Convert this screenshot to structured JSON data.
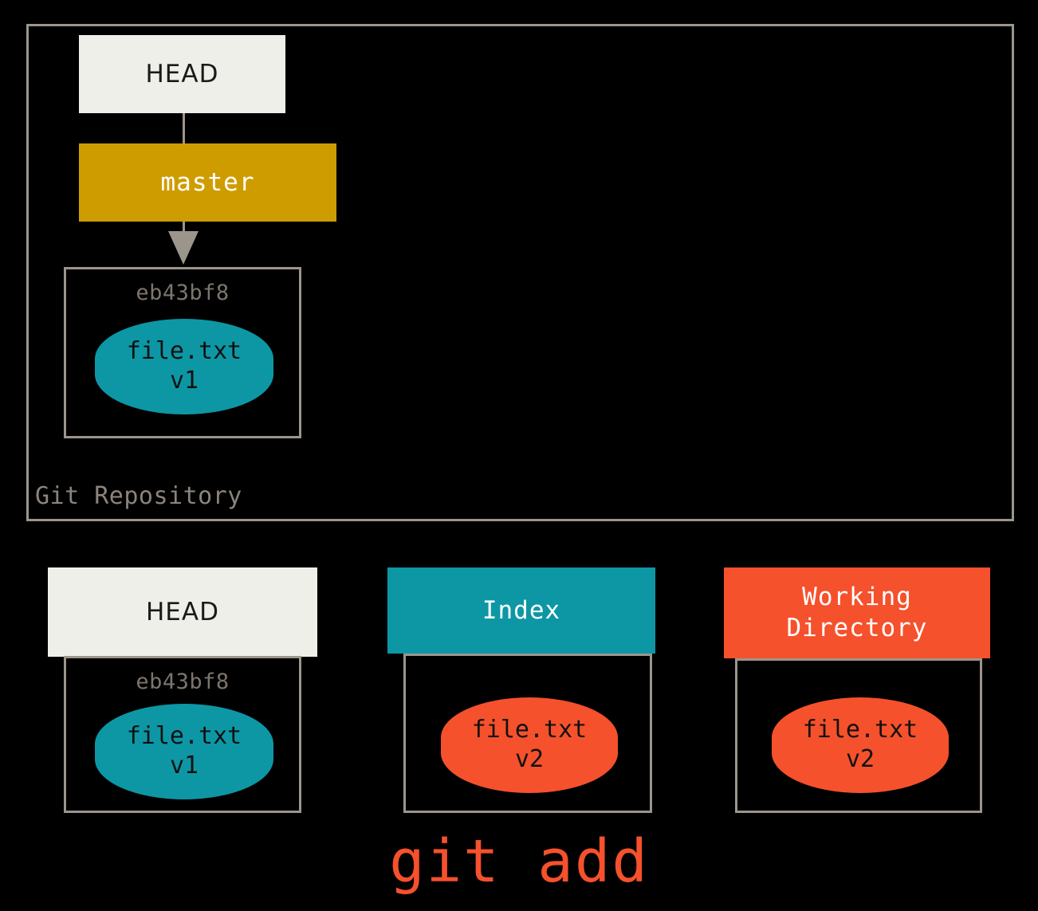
{
  "diagram": {
    "title": "git add",
    "caption": "git add",
    "repository": {
      "label": "Git Repository",
      "refs": [
        {
          "name": "HEAD",
          "label": "HEAD",
          "color": "#efefe9"
        },
        {
          "name": "master",
          "label": "master",
          "color": "#cf9c00"
        }
      ],
      "commit": {
        "sha": "eb43bf8",
        "blob": {
          "filename": "file.txt",
          "version": "v1",
          "color": "#0d97a5"
        }
      }
    },
    "columns": [
      {
        "key": "head",
        "header": "HEAD",
        "header_color": "#efefe9",
        "header_text_color": "#1a1a1a",
        "sha": "eb43bf8",
        "blob": {
          "filename": "file.txt",
          "version": "v1",
          "color": "#0d97a5"
        }
      },
      {
        "key": "index",
        "header": "Index",
        "header_color": "#0d97a5",
        "header_text_color": "#ffffff",
        "sha": "",
        "blob": {
          "filename": "file.txt",
          "version": "v2",
          "color": "#f5512c"
        }
      },
      {
        "key": "working_directory",
        "header": "Working\nDirectory",
        "header_color": "#f5512c",
        "header_text_color": "#ffffff",
        "sha": "",
        "blob": {
          "filename": "file.txt",
          "version": "v2",
          "color": "#f5512c"
        }
      }
    ],
    "colors": {
      "background": "#000000",
      "border": "#9c958c",
      "teal": "#0d97a5",
      "orange": "#f5512c",
      "gold": "#cf9c00",
      "cream": "#efefe9",
      "gray_text": "#7c756d"
    }
  }
}
